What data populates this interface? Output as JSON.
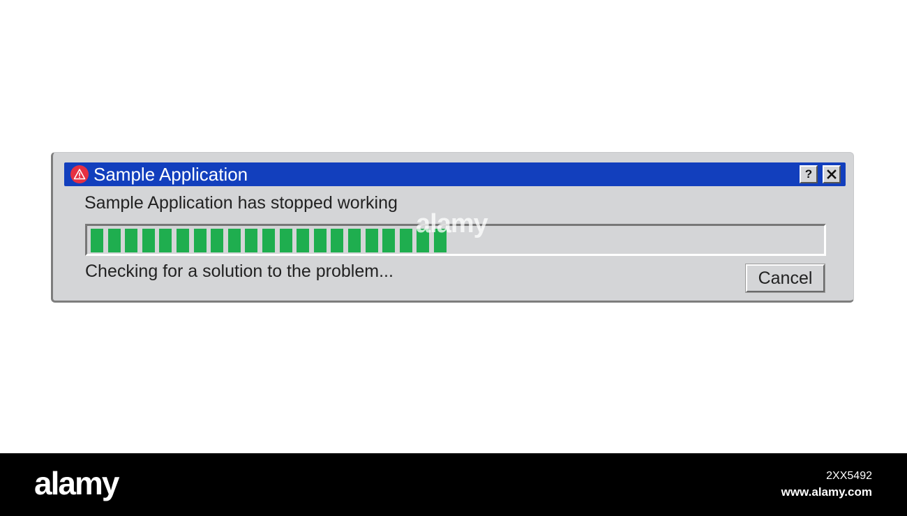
{
  "dialog": {
    "title": "Sample Application",
    "title_icon": "warning-triangle-icon",
    "help_label": "?",
    "close_icon": "close-x-icon",
    "message": "Sample Application has stopped working",
    "status": "Checking for a solution to the problem...",
    "cancel_label": "Cancel",
    "progress": {
      "filled_segments": 21,
      "fraction": 0.49
    },
    "colors": {
      "titlebar": "#123fbd",
      "progress_fill": "#1fae4f",
      "dialog_bg": "#d4d5d7",
      "warning_icon": "#e63042"
    }
  },
  "watermark": {
    "text": "alamy"
  },
  "footer": {
    "logo": "alamy",
    "image_id": "2XX5492",
    "url": "www.alamy.com"
  }
}
